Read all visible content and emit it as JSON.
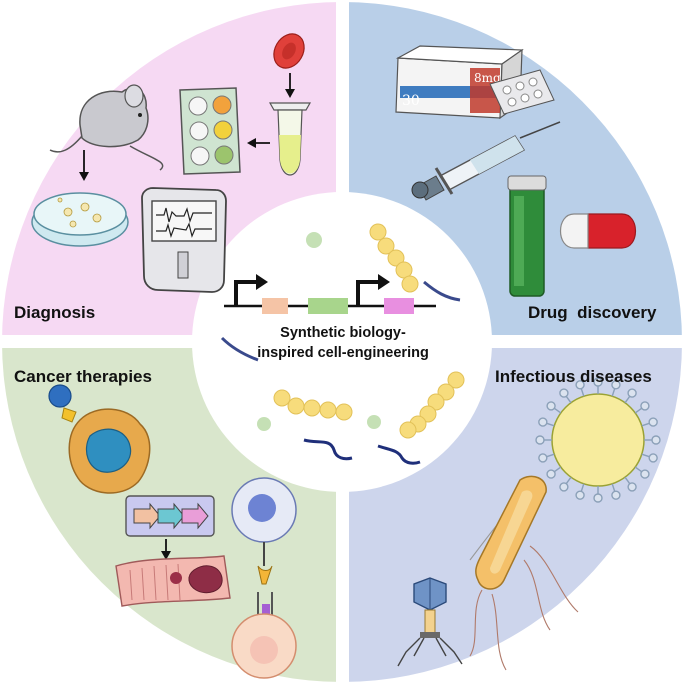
{
  "quadrants": {
    "top_left": {
      "label": "Diagnosis",
      "color": "#f6d9f3"
    },
    "top_right": {
      "label": "Drug  discovery",
      "color": "#b9cfe8"
    },
    "bottom_left": {
      "label": "Cancer therapies",
      "color": "#d9e6cc"
    },
    "bottom_right": {
      "label": "Infectious diseases",
      "color": "#cdd5ec"
    }
  },
  "center": {
    "line1": "Synthetic biology-",
    "line2": "inspired cell-engineering"
  },
  "drug_box": {
    "left_text": "30",
    "right_text": "8mg"
  },
  "colors": {
    "divider": "#ffffff",
    "pill_red": "#d8222b",
    "cell_blue": "#2f8fc0",
    "dna_navy": "#1f2f7a",
    "bead_yellow": "#f7dc7c",
    "gene_pink": "#f5c4a6",
    "gene_green": "#a8d58c",
    "gene_magenta": "#e88fe0"
  }
}
